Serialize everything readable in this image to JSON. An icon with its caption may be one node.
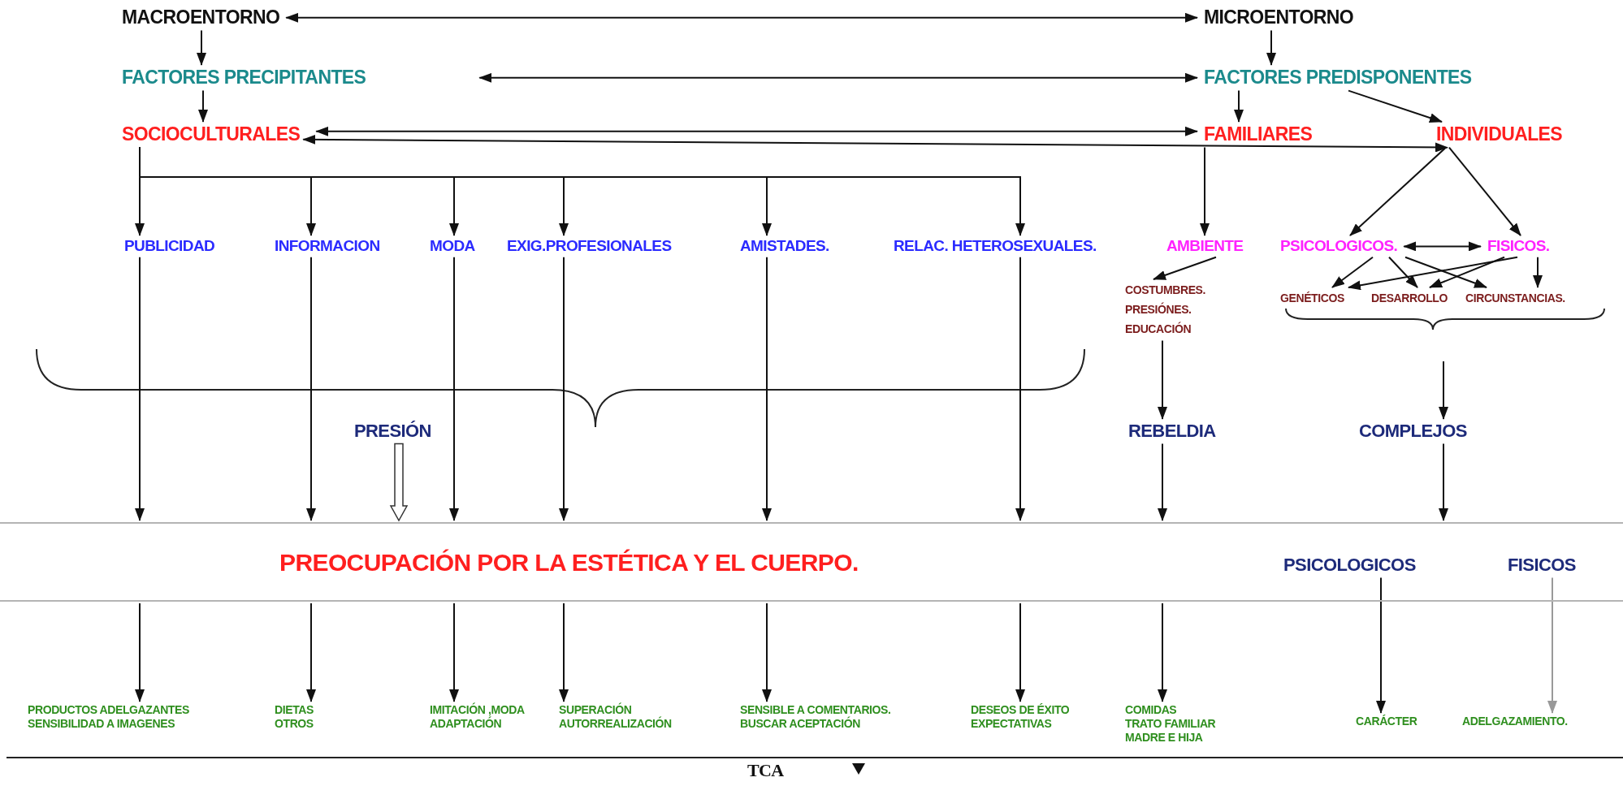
{
  "diagram": {
    "nodes": [
      {
        "text": [
          "MACROENTORNO"
        ]
      },
      {
        "text": [
          "MICROENTORNO"
        ]
      },
      {
        "text": [
          "FACTORES PRECIPITANTES"
        ]
      },
      {
        "text": [
          "FACTORES PREDISPONENTES"
        ]
      },
      {
        "text": [
          "SOCIOCULTURALES"
        ]
      },
      {
        "text": [
          "FAMILIARES"
        ]
      },
      {
        "text": [
          "INDIVIDUALES"
        ]
      },
      {
        "text": [
          "PUBLICIDAD"
        ]
      },
      {
        "text": [
          "INFORMACION"
        ]
      },
      {
        "text": [
          "MODA"
        ]
      },
      {
        "text": [
          "EXIG.PROFESIONALES"
        ]
      },
      {
        "text": [
          "AMISTADES."
        ]
      },
      {
        "text": [
          "RELAC. HETEROSEXUALES."
        ]
      },
      {
        "text": [
          "AMBIENTE"
        ]
      },
      {
        "text": [
          "PSICOLOGICOS."
        ]
      },
      {
        "text": [
          "FISICOS."
        ]
      },
      {
        "text": [
          "COSTUMBRES.",
          "PRESIÓNES.",
          "EDUCACIÓN"
        ]
      },
      {
        "text": [
          "GENÉTICOS"
        ]
      },
      {
        "text": [
          "DESARROLLO"
        ]
      },
      {
        "text": [
          "CIRCUNSTANCIAS."
        ]
      },
      {
        "text": [
          "PRESIÓN"
        ]
      },
      {
        "text": [
          "REBELDIA"
        ]
      },
      {
        "text": [
          "COMPLEJOS"
        ]
      },
      {
        "text": [
          "PREOCUPACIÓN POR LA ESTÉTICA Y EL CUERPO."
        ]
      },
      {
        "text": [
          "PSICOLOGICOS"
        ],
        "in": 23
      },
      {
        "text": [
          "FISICOS"
        ],
        "in": 23
      },
      {
        "text": [
          "PRODUCTOS ADELGAZANTES",
          "SENSIBILIDAD A IMAGENES"
        ]
      },
      {
        "text": [
          "DIETAS",
          "OTROS"
        ]
      },
      {
        "text": [
          "IMITACIÓN ,MODA",
          "ADAPTACIÓN"
        ]
      },
      {
        "text": [
          "SUPERACIÓN",
          "AUTORREALIZACIÓN"
        ]
      },
      {
        "text": [
          "SENSIBLE A COMENTARIOS.",
          "BUSCAR ACEPTACIÓN"
        ]
      },
      {
        "text": [
          "DESEOS DE ÉXITO",
          "EXPECTATIVAS"
        ]
      },
      {
        "text": [
          "COMIDAS",
          "TRATO FAMILIAR",
          "MADRE E HIJA"
        ]
      },
      {
        "text": [
          "CARÁCTER"
        ]
      },
      {
        "text": [
          "ADELGAZAMIENTO."
        ]
      },
      {
        "text": [
          "TCA"
        ]
      }
    ],
    "edges": [
      {
        "from": 0,
        "to": 1,
        "arrow": "both"
      },
      {
        "from": 0,
        "to": 2,
        "arrow": "to"
      },
      {
        "from": 2,
        "to": 3,
        "arrow": "both"
      },
      {
        "from": 2,
        "to": 4,
        "arrow": "to"
      },
      {
        "from": 4,
        "to": 5,
        "arrow": "both"
      },
      {
        "from": 4,
        "to": 6,
        "arrow": "both"
      },
      {
        "from": 1,
        "to": 3,
        "arrow": "to"
      },
      {
        "from": 3,
        "to": 5,
        "arrow": "to"
      },
      {
        "from": 3,
        "to": 6,
        "arrow": "to"
      },
      {
        "from": 4,
        "to": 7,
        "arrow": "to"
      },
      {
        "from": 4,
        "to": 8,
        "arrow": "to"
      },
      {
        "from": 4,
        "to": 9,
        "arrow": "to"
      },
      {
        "from": 4,
        "to": 10,
        "arrow": "to"
      },
      {
        "from": 4,
        "to": 11,
        "arrow": "to"
      },
      {
        "from": 4,
        "to": 12,
        "arrow": "to"
      },
      {
        "from": 5,
        "to": 13,
        "arrow": "to"
      },
      {
        "from": 6,
        "to": 14,
        "arrow": "to"
      },
      {
        "from": 6,
        "to": 15,
        "arrow": "to"
      },
      {
        "from": 14,
        "to": 15,
        "arrow": "both"
      },
      {
        "from": 13,
        "to": 16,
        "arrow": "to"
      },
      {
        "from": 14,
        "to": 17,
        "arrow": "to"
      },
      {
        "from": 14,
        "to": 18,
        "arrow": "to"
      },
      {
        "from": 14,
        "to": 19,
        "arrow": "to"
      },
      {
        "from": 15,
        "to": 17,
        "arrow": "to"
      },
      {
        "from": 15,
        "to": 18,
        "arrow": "to"
      },
      {
        "from": 15,
        "to": 19,
        "arrow": "to"
      },
      {
        "from": 16,
        "to": 21,
        "arrow": "to"
      },
      {
        "from": null,
        "to": 22,
        "arrow": "to"
      },
      {
        "from": 7,
        "to": 23,
        "arrow": "to"
      },
      {
        "from": 8,
        "to": 23,
        "arrow": "to"
      },
      {
        "from": 9,
        "to": 23,
        "arrow": "to"
      },
      {
        "from": 10,
        "to": 23,
        "arrow": "to"
      },
      {
        "from": 11,
        "to": 23,
        "arrow": "to"
      },
      {
        "from": 12,
        "to": 23,
        "arrow": "to"
      },
      {
        "from": 20,
        "to": 23,
        "arrow": "to",
        "style": "thick"
      },
      {
        "from": 21,
        "to": 23,
        "arrow": "to"
      },
      {
        "from": 22,
        "to": 23,
        "arrow": "to"
      },
      {
        "from": 23,
        "to": 26,
        "arrow": "to"
      },
      {
        "from": 23,
        "to": 27,
        "arrow": "to"
      },
      {
        "from": 23,
        "to": 28,
        "arrow": "to"
      },
      {
        "from": 23,
        "to": 29,
        "arrow": "to"
      },
      {
        "from": 23,
        "to": 30,
        "arrow": "to"
      },
      {
        "from": 23,
        "to": 31,
        "arrow": "to"
      },
      {
        "from": 23,
        "to": 32,
        "arrow": "to"
      },
      {
        "from": 24,
        "to": 33,
        "arrow": "to"
      },
      {
        "from": 25,
        "to": 34,
        "arrow": "to",
        "color": "#999999"
      }
    ]
  }
}
